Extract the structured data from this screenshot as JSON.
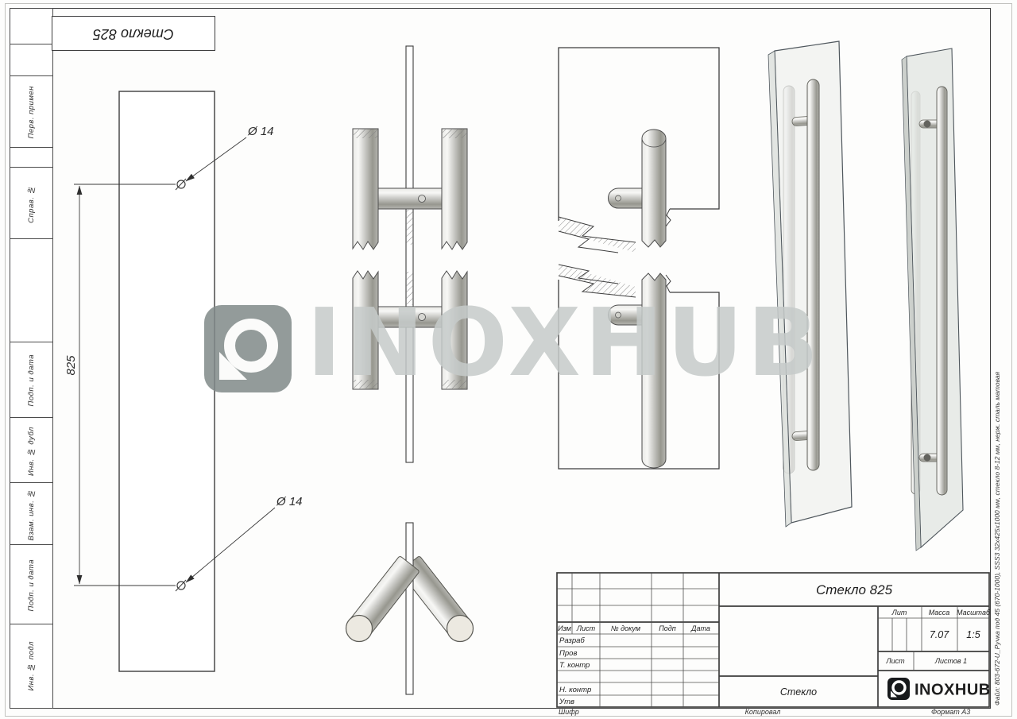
{
  "sheet": {
    "designation_top": "Стекло 825",
    "edge_note": "Файл: 803-672-U_Ручка под 45 (670-1000), SSS3 32х425х1000 мм, стекло 8-12 мм, нерж. сталь матовая"
  },
  "margin_labels": {
    "perv_primen": "Перв. примен",
    "sprav_no": "Справ. №",
    "podp_i_data_1": "Подп. и дата",
    "inv_no_dubl": "Инв. № дубл",
    "vzam_inv_no": "Взам. инв. №",
    "podp_i_data_2": "Подп. и дата",
    "inv_no_podl": "Инв. № подл"
  },
  "drawing": {
    "hole_top": "Ø 14",
    "hole_bottom": "Ø 14",
    "height": "825"
  },
  "watermark": {
    "text": "INOXHUB"
  },
  "title_block": {
    "designation": "Стекло 825",
    "name": "Стекло",
    "col_izm": "Изм",
    "col_list": "Лист",
    "col_dokum": "№ докум",
    "col_podp": "Подп",
    "col_data": "Дата",
    "row_razrab": "Разраб",
    "row_prov": "Пров",
    "row_t_kontr": "Т. контр",
    "row_n_kontr": "Н. контр",
    "row_utv": "Утв",
    "lit": "Лит",
    "massa": "Масса",
    "masshtab": "Масштаб",
    "massa_value": "7.07",
    "masshtab_value": "1:5",
    "list": "Лист",
    "listov": "Листов 1",
    "logo": "INOXHUB"
  },
  "footer": {
    "shifr": "Шифр",
    "kopiroval": "Копировал",
    "format": "Формат А3"
  }
}
